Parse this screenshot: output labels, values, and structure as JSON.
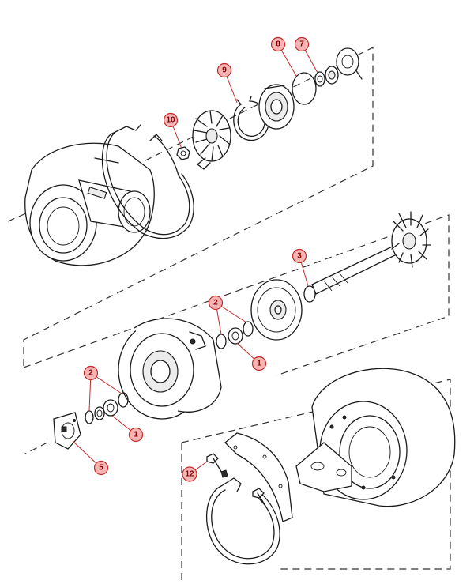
{
  "callouts": {
    "c1": "1",
    "c2": "2",
    "c3": "3",
    "c5": "5",
    "c7": "7",
    "c8": "8",
    "c9": "9",
    "c10": "10",
    "c12": "12"
  },
  "colors": {
    "callout_fill": "#f5b5b5",
    "callout_stroke": "#c62828",
    "line": "#1a1a1a"
  }
}
